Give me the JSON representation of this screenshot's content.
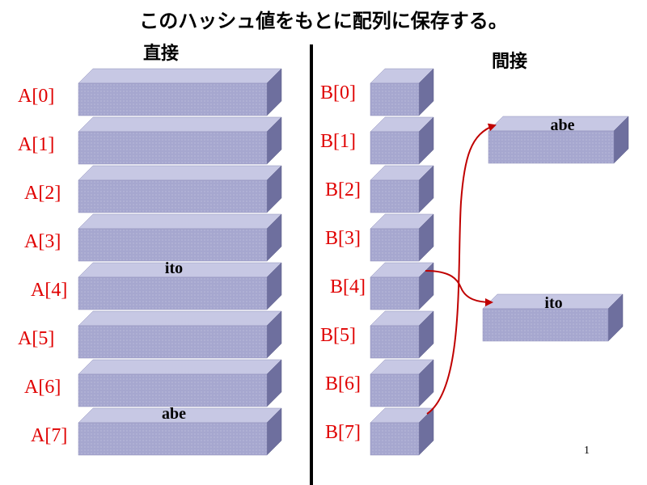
{
  "title": "このハッシュ値をもとに配列に保存する。",
  "direct": {
    "label": "直接",
    "rows": [
      {
        "index": "A[0]",
        "value": ""
      },
      {
        "index": "A[1]",
        "value": ""
      },
      {
        "index": "A[2]",
        "value": ""
      },
      {
        "index": "A[3]",
        "value": ""
      },
      {
        "index": "A[4]",
        "value": "ito"
      },
      {
        "index": "A[5]",
        "value": ""
      },
      {
        "index": "A[6]",
        "value": ""
      },
      {
        "index": "A[7]",
        "value": "abe"
      }
    ]
  },
  "indirect": {
    "label": "間接",
    "rows": [
      "B[0]",
      "B[1]",
      "B[2]",
      "B[3]",
      "B[4]",
      "B[5]",
      "B[6]",
      "B[7]"
    ],
    "targets": [
      {
        "text": "abe",
        "from": "B[7]"
      },
      {
        "text": "ito",
        "from": "B[4]"
      }
    ]
  },
  "page_number": "1",
  "colors": {
    "index_text": "#e00000",
    "box_front": "#a6a7cf",
    "box_top": "#c7c8e4",
    "box_side": "#6e6f9e",
    "arrow": "#c00000",
    "divider": "#000000"
  }
}
